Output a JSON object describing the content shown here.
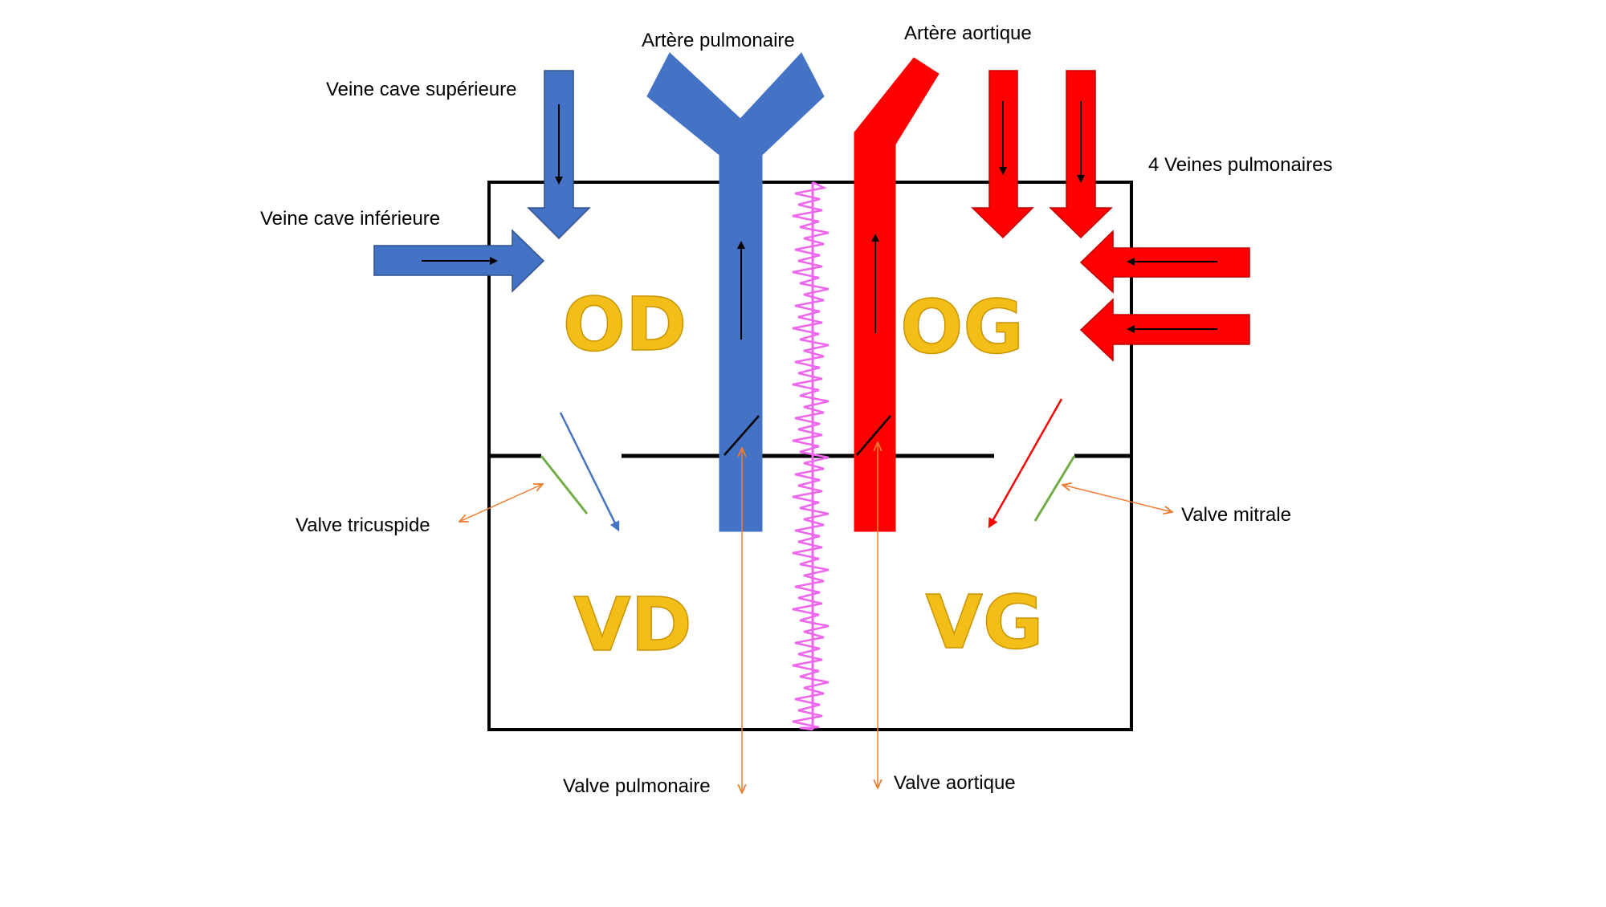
{
  "labels": {
    "veine_cave_superieure": "Veine cave supérieure",
    "veine_cave_inferieure": "Veine cave inférieure",
    "artere_pulmonaire": "Artère pulmonaire",
    "artere_aortique": "Artère aortique",
    "veines_pulmonaires": "4 Veines pulmonaires",
    "valve_tricuspide": "Valve tricuspide",
    "valve_mitrale": "Valve mitrale",
    "valve_pulmonaire": "Valve pulmonaire",
    "valve_aortique": "Valve aortique"
  },
  "chambers": {
    "od": "OD",
    "og": "OG",
    "vd": "VD",
    "vg": "VG"
  },
  "colors": {
    "deoxygenated": "#4472C4",
    "oxygenated": "#FF0000",
    "chamber_text": "#F2BE17",
    "septum": "#EE66EE",
    "valve": "#70AD47",
    "pointer": "#ED7D31"
  }
}
